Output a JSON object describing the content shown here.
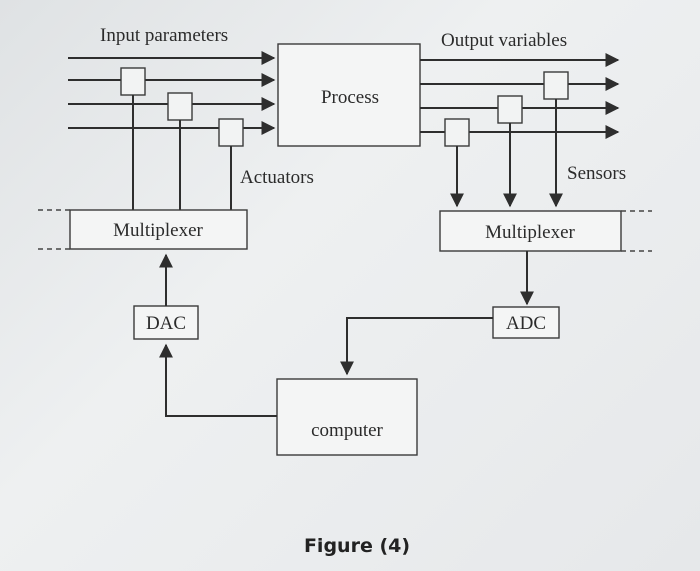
{
  "diagram": {
    "labels": {
      "input_parameters": "Input parameters",
      "output_variables": "Output variables",
      "process": "Process",
      "actuators": "Actuators",
      "sensors": "Sensors",
      "multiplexer_left": "Multiplexer",
      "multiplexer_right": "Multiplexer",
      "dac": "DAC",
      "adc": "ADC",
      "computer": "computer"
    },
    "caption": "Figure (4)"
  },
  "colors": {
    "background": "#e9ebec",
    "line": "#2e2e2e",
    "box_fill": "#f4f5f5"
  }
}
